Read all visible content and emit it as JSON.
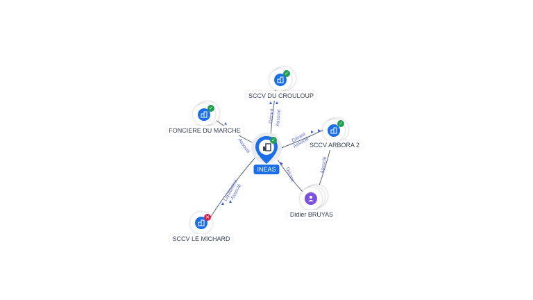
{
  "graph": {
    "center": {
      "name": "INEAS",
      "type": "company",
      "status": "active",
      "icon": "building-icon"
    },
    "nodes": [
      {
        "id": "crouloup",
        "name": "SCCV DU CROULOUP",
        "type": "company",
        "status": "active",
        "icon": "building-icon"
      },
      {
        "id": "fonciere",
        "name": "FONCIERE DU MARCHE",
        "type": "company",
        "status": "active",
        "icon": "building-icon"
      },
      {
        "id": "arbora",
        "name": "SCCV ARBORA 2",
        "type": "company",
        "status": "active",
        "icon": "building-icon"
      },
      {
        "id": "bruyas",
        "name": "Didier BRUYAS",
        "type": "person",
        "status": "",
        "icon": "person-icon"
      },
      {
        "id": "michard",
        "name": "SCCV LE MICHARD",
        "type": "company",
        "status": "closed",
        "icon": "building-icon"
      }
    ],
    "edges": [
      {
        "from": "INEAS",
        "to": "SCCV DU CROULOUP",
        "labels": [
          "Gérant",
          "Associé"
        ]
      },
      {
        "from": "INEAS",
        "to": "FONCIERE DU MARCHE",
        "labels": [
          "Associé"
        ]
      },
      {
        "from": "INEAS",
        "to": "SCCV ARBORA 2",
        "labels": [
          "Gérant",
          "Associé"
        ]
      },
      {
        "from": "Didier BRUYAS",
        "to": "INEAS",
        "labels": [
          "Gérant"
        ]
      },
      {
        "from": "Didier BRUYAS",
        "to": "SCCV ARBORA 2",
        "labels": [
          "Associé"
        ]
      },
      {
        "from": "INEAS",
        "to": "SCCV LE MICHARD",
        "labels": [
          "Liquidateur",
          "Associé"
        ]
      }
    ]
  },
  "colors": {
    "company": "#1a6ee8",
    "person": "#7b4fe0",
    "active": "#1f9d55",
    "closed": "#d6224b"
  }
}
